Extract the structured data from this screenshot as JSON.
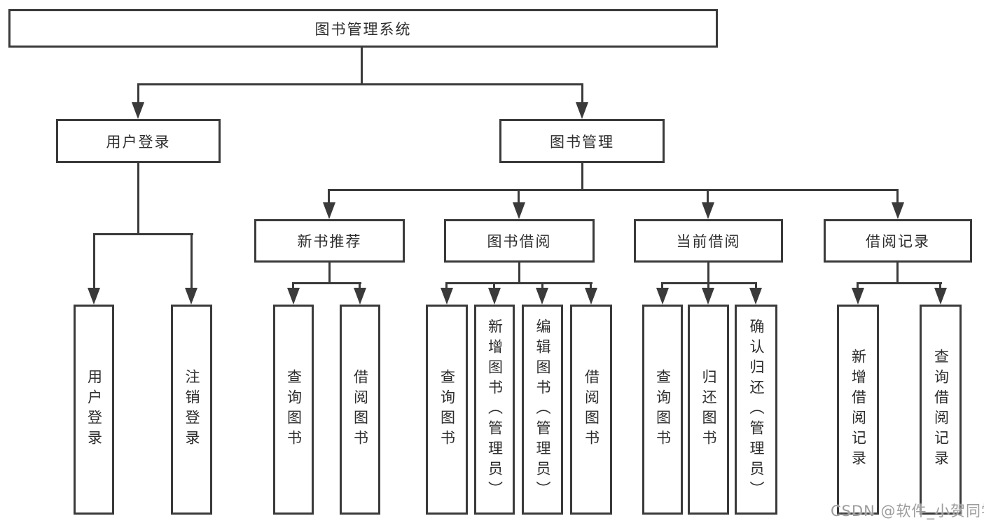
{
  "tree": {
    "root": "图书管理系统",
    "branches": [
      {
        "label": "用户登录",
        "children": [
          "用户登录",
          "注销登录"
        ]
      },
      {
        "label": "图书管理",
        "groups": [
          {
            "label": "新书推荐",
            "children": [
              "查询图书",
              "借阅图书"
            ]
          },
          {
            "label": "图书借阅",
            "children": [
              "查询图书",
              "新增图书（管理员）",
              "编辑图书（管理员）",
              "借阅图书"
            ]
          },
          {
            "label": "当前借阅",
            "children": [
              "查询图书",
              "归还图书",
              "确认归还（管理员）"
            ]
          },
          {
            "label": "借阅记录",
            "children": [
              "新增借阅记录",
              "查询借阅记录"
            ]
          }
        ]
      }
    ]
  },
  "watermark": "CSDN @软件_小贺同学",
  "colors": {
    "line": "#3a3a3a",
    "text": "#2d2d2d",
    "watermark": "#9c9c9c",
    "background": "#ffffff"
  }
}
